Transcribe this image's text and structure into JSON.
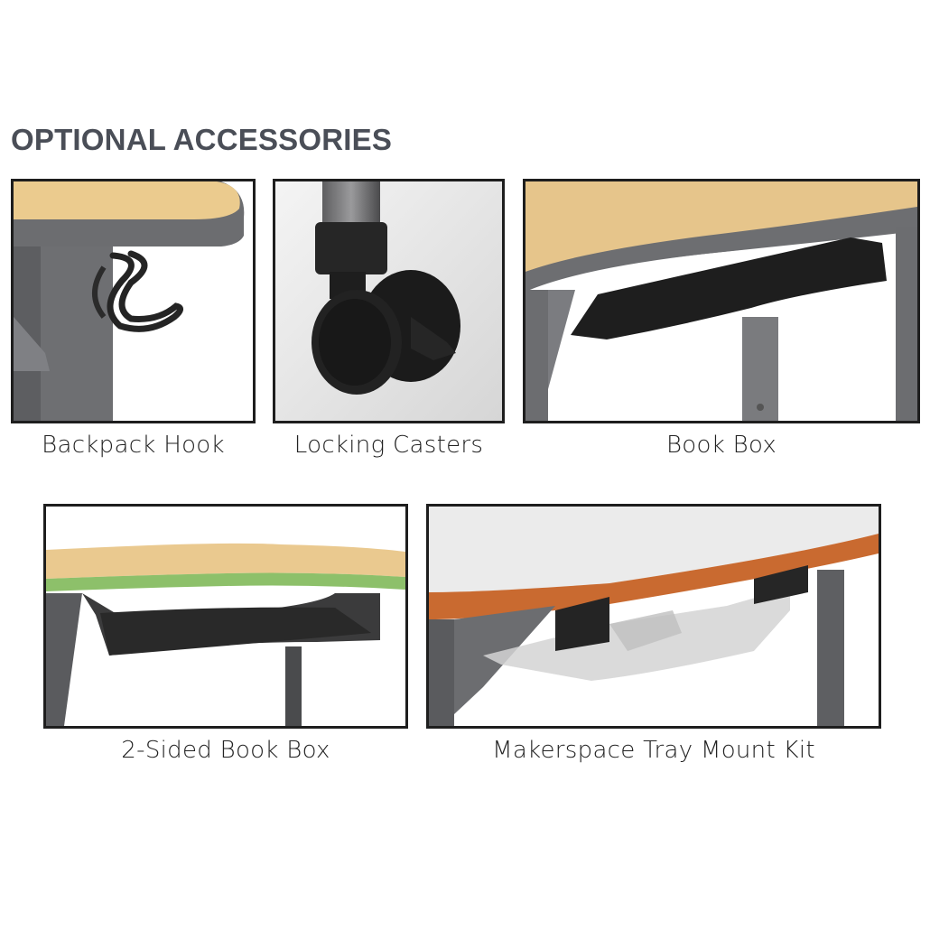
{
  "title": "OPTIONAL ACCESSORIES",
  "accessories": [
    {
      "label": "Backpack Hook",
      "image": "backpack-hook-photo"
    },
    {
      "label": "Locking Casters",
      "image": "locking-casters-photo"
    },
    {
      "label": "Book Box",
      "image": "book-box-photo"
    },
    {
      "label": "2-Sided Book Box",
      "image": "two-sided-book-box-photo"
    },
    {
      "label": "Makerspace Tray Mount Kit",
      "image": "makerspace-tray-photo"
    }
  ],
  "colors": {
    "title": "#4a4e57",
    "maple": "#e9c98e",
    "frame_gray": "#6f7073",
    "edge_green": "#8dc06a",
    "edge_orange": "#c96a30",
    "black_part": "#1c1c1c"
  }
}
